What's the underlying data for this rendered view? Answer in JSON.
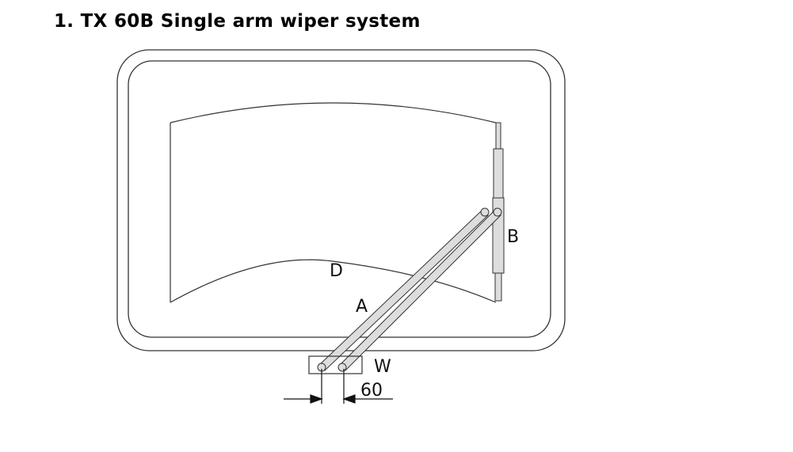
{
  "title": "1. TX 60B  Single arm wiper system",
  "diagram": {
    "labels": {
      "arm": "A",
      "blade": "B",
      "wiped_area": "D",
      "motor": "W",
      "dimension": "60"
    }
  }
}
